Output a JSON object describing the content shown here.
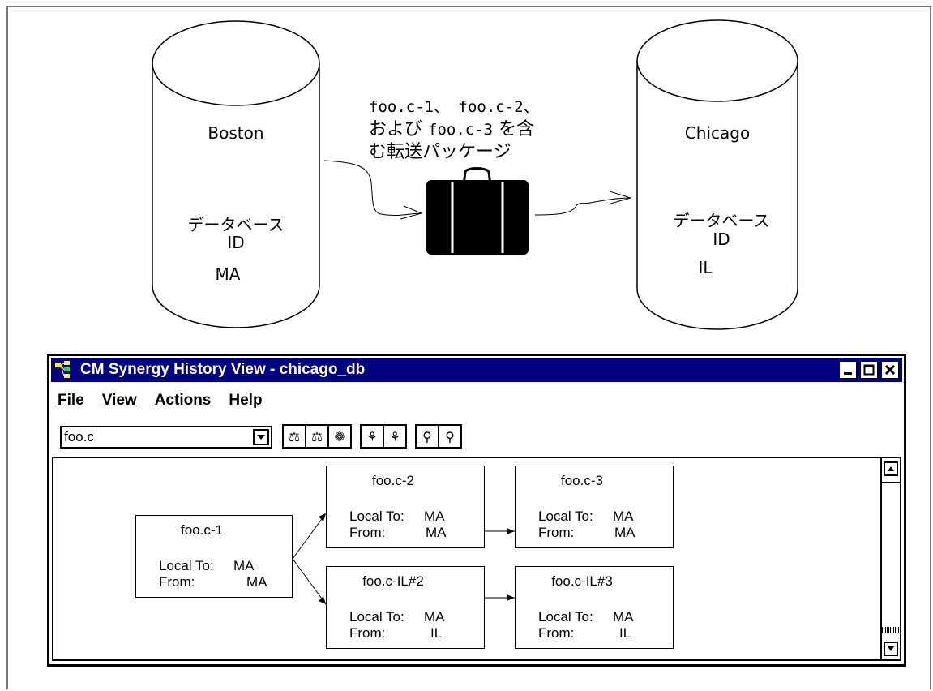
{
  "databases": [
    {
      "name": "Boston",
      "id_label": "データベース",
      "id_sub": "ID",
      "id_value": "MA"
    },
    {
      "name": "Chicago",
      "id_label": "データベース",
      "id_sub": "ID",
      "id_value": "IL"
    }
  ],
  "caption": {
    "line1": "foo.c-1、 foo.c-2、",
    "line2_a": "および ",
    "line2_code": "foo.c-3",
    "line2_b": " を含",
    "line3": "む転送パッケージ"
  },
  "window": {
    "title": "CM Synergy History View - chicago_db",
    "menu": [
      "File",
      "View",
      "Actions",
      "Help"
    ],
    "combo_value": "foo.c",
    "toolbar_icons": [
      "compare-12-icon",
      "compare-12b-icon",
      "brain-icon",
      "pair-icon",
      "pair-b-icon",
      "search-icon",
      "search-b-icon"
    ]
  },
  "nodes": [
    {
      "name": "foo.c-1",
      "local_label": "Local To:",
      "local_value": "MA",
      "from_label": "From:",
      "from_value": "MA"
    },
    {
      "name": "foo.c-2",
      "local_label": "Local To:",
      "local_value": "MA",
      "from_label": "From:",
      "from_value": "MA"
    },
    {
      "name": "foo.c-3",
      "local_label": "Local To:",
      "local_value": "MA",
      "from_label": "From:",
      "from_value": "MA"
    },
    {
      "name": "foo.c-IL#2",
      "local_label": "Local To:",
      "local_value": "MA",
      "from_label": "From:",
      "from_value": "IL"
    },
    {
      "name": "foo.c-IL#3",
      "local_label": "Local To:",
      "local_value": "MA",
      "from_label": "From:",
      "from_value": "IL"
    }
  ]
}
